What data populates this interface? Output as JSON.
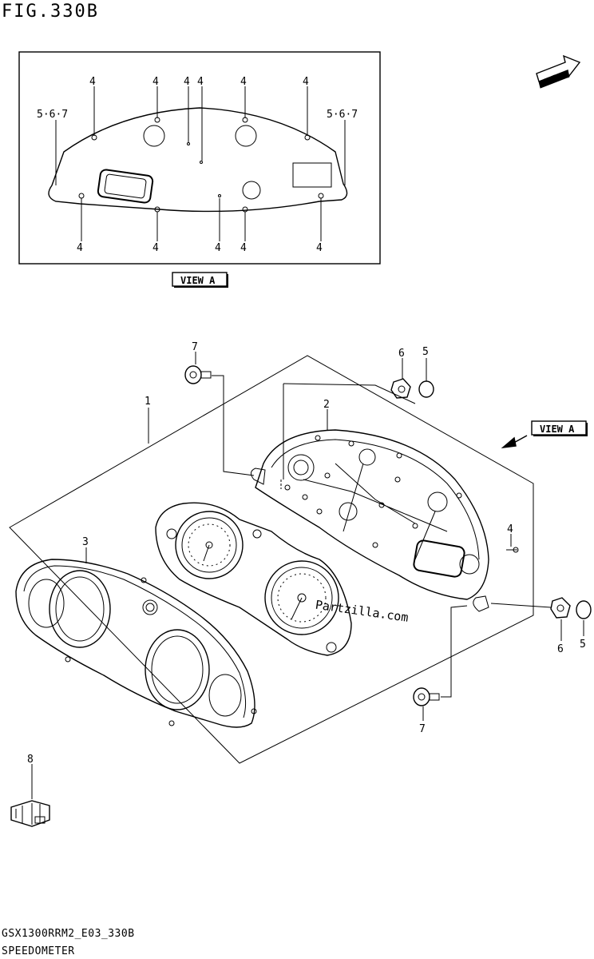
{
  "figure": {
    "title": "FIG.330B",
    "model_code": "GSX1300RRM2_E03_330B",
    "name": "SPEEDOMETER"
  },
  "view_a_panel": {
    "caption": "VIEW A",
    "top_callouts": [
      "4",
      "4",
      "4",
      "4",
      "4",
      "4"
    ],
    "side_callouts": [
      "5·6·7",
      "5·6·7"
    ],
    "bottom_callouts": [
      "4",
      "4",
      "4",
      "4",
      "4"
    ]
  },
  "fwd_label": "FWD",
  "view_a_tag": "VIEW A",
  "watermark": "Partzilla.com",
  "callouts": {
    "p1": "1",
    "p2": "2",
    "p3": "3",
    "p4": "4",
    "p5_top": "5",
    "p6_top": "6",
    "p7_top": "7",
    "p5_right": "5",
    "p6_right": "6",
    "p7_bottom": "7",
    "p8": "8"
  }
}
